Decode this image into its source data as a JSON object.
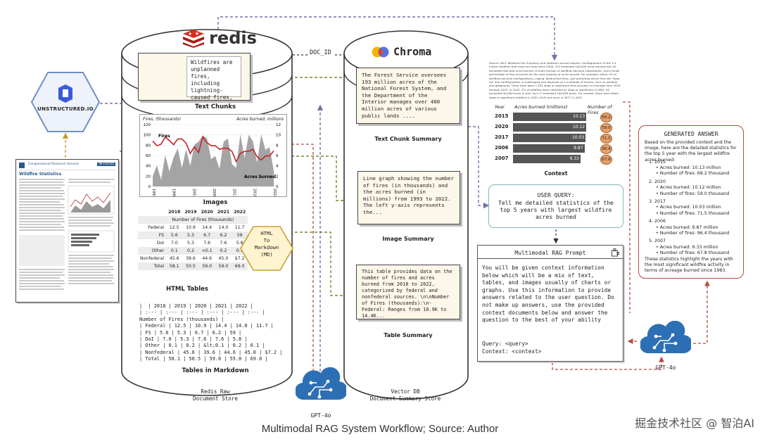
{
  "brands": {
    "redis": "redis",
    "chroma": "Chroma",
    "unstructured": "UNSTRUCTURED.IO"
  },
  "doc_id": "DOC_ID",
  "redis": {
    "text_chunk_note": "Wildfires are unplanned fires, including lightning-caused fires, unauthorized human-caused fires, ....",
    "text_chunks_label": "Text Chunks",
    "images_label": "Images",
    "chart": {
      "left_label": "Fires, (thousands)",
      "right_label": "Acres burned, millions",
      "fires_label": "Fires",
      "acres_label": "Acres burned",
      "y_ticks": [
        "120",
        "100",
        "80",
        "60",
        "40",
        "20",
        "0"
      ],
      "y2_ticks": [
        "12",
        "10",
        "8",
        "6",
        "4",
        "2",
        "0"
      ],
      "x_ticks": [
        "1993",
        "1998",
        "2003",
        "2008",
        "2013",
        "2018",
        "2022"
      ]
    },
    "html_table": {
      "years": [
        "2018",
        "2019",
        "2020",
        "2021",
        "2022"
      ],
      "caption": "Number of Fires (thousands)",
      "rows": [
        [
          "Federal",
          "12.5",
          "10.9",
          "14.4",
          "14.0",
          "11.7"
        ],
        [
          "FS",
          "5.6",
          "5.3",
          "6.7",
          "6.2",
          "59"
        ],
        [
          "DoI",
          "7.0",
          "5.3",
          "7.6",
          "7.6",
          "5.8"
        ],
        [
          "Other",
          "0.1",
          "0.2",
          "<0.1",
          "0.2",
          "0.1"
        ],
        [
          "Nonfederal",
          "45.6",
          "39.6",
          "44.6",
          "45.0",
          "$7.2"
        ],
        [
          "Total",
          "58.1",
          "50.5",
          "59.0",
          "59.0",
          "69.0"
        ]
      ]
    },
    "html_tables_label": "HTML Tables",
    "converter": "HTML\nTo\nMarkdown\n(MD)",
    "markdown_lines": [
      "|  | 2018 | 2019 | 2020 | 2021 | 2022 |",
      "| :--- | :--- | :--- | :--- | :--- | :--- |",
      "Number of Fires (thousands) |",
      "| Federal | 12.5 | 10.9 | 14.4 | 14.0 | 11.7 |",
      "| FS | 5.6 | 5.3 | 6.7 | 6.2 | 59 |",
      "| DoI | 7.0 | 5.3 | 7.6 | 7.6 | 5.8 |",
      "| Other | 0.1 | 0.2 | &lt;0.1 | 0.2 | 0.1 |",
      "| Nonfederal | 45.6 | 39.6 | 44.6 | 45.0 | $7.2 |",
      "| Total | 58.1 | 50.5 | 59.0 | 55.0 | 69.0 |"
    ],
    "tables_md_label": "Tables in Markdown",
    "store_label": "Redis Raw\nDocument Store"
  },
  "chroma": {
    "text_summary_note": "The Forest Service oversees 193 million acres of the National Forest System, and the Department of the Interior manages over 400 million acres of various public lands ....",
    "text_summary_label": "Text Chunk Summary",
    "image_summary_note": "Line graph showing the number of fires (in thousands) and the acres burned (in millions) from 1993 to 2022. The left y-axis represents the...",
    "image_summary_label": "Image Summary",
    "table_summary_note": "This table provides data on the number of fires and acres burned from 2018 to 2022, categorized by federal and nonfederal sources. \\n\\nNumber of Fires (thousands):\\n- Federal: Ranges from 10.9K to 14.4K...",
    "table_summary_label": "Table Summary",
    "store_label": "Vector DB\nDocument Summary Store"
  },
  "gpt_label": "GPT-4o",
  "context": {
    "source_text": "Source: NICC Wildland Fire Summary and Statistics annual reports. Conflagrations Of the 1.9 million wildfires that have occurred since 2000, 254 exceeded 100,000 acres burned and 16 exceeded 500,000 acres burned. A small fraction of wildfires become catastrophic, and a small percentage of fires accounts for the vast majority of acres burned. For example, about 1% of wildfires become conflagrations—raging, destructive fires—but predicting which fires will \"blow up\" into conflagrations is challenging and depends on a multitude of factors, such as weather and geography. There have been 1,041 large or significant fires annually on average from 2018 through 2022. In 2022, 2% of wildfires were classified as large or significant (1,289); 40 exceeded 40,000 acres in size; and 17 exceeded 100,000 acres. For context, there were fewer large or significant wildfires in 2021 (943) but more in 2017 (1,403).",
    "header_year": "Year",
    "header_acres": "Acres burned (millions)",
    "header_fires": "Number of Fires",
    "rows": [
      {
        "year": "2015",
        "acres": 10.13,
        "acres_label": "10.13",
        "fires": "68.2"
      },
      {
        "year": "2020",
        "acres": 10.12,
        "acres_label": "10.12",
        "fires": "59.0"
      },
      {
        "year": "2017",
        "acres": 10.03,
        "acres_label": "10.03",
        "fires": "71.5"
      },
      {
        "year": "2006",
        "acres": 9.87,
        "acres_label": "9.87",
        "fires": "96.4"
      },
      {
        "year": "2007",
        "acres": 9.33,
        "acres_label": "9.33",
        "fires": "67.8"
      }
    ],
    "label": "Context"
  },
  "query": {
    "title": "USER QUERY:",
    "text": "Tell me detailed statistics of the top 5 years with largest wildfire acres burned"
  },
  "prompt": {
    "title": "Multimodal RAG Prompt",
    "body": "You will be given context information below which will be a mix of text, tables, and images usually of charts or graphs. Use this information to provide answers related to the user question. Do not make up answers, use the provided context documents below and answer the question to the best of your ability",
    "query_line": "Query: <query>",
    "context_line": "Context: <context>"
  },
  "answer": {
    "title": "GENERATED ANSWER",
    "intro": "Based on the provided context and the image, here are the detailed statistics for the top 5 year with the largest wildfire acres burned:",
    "items": [
      {
        "n": "1. 2015",
        "acres": "Acres burned: 10.13 million",
        "fires": "Number of fires: 68.2 thousand"
      },
      {
        "n": "2. 2020",
        "acres": "Acres burned: 10.12 million",
        "fires": "Number of fires: 59.0 thousand"
      },
      {
        "n": "3. 2017",
        "acres": "Acres burned: 10.03 million",
        "fires": "Number of fires: 71.5 thousand"
      },
      {
        "n": "4. 2006",
        "acres": "Acres burned: 9.87 million",
        "fires": "Number of fires: 96.4 thousand"
      },
      {
        "n": "5. 2007",
        "acres": "Acres burned: 9.33 million",
        "fires": "Number of fires: 67.8 thousand"
      }
    ],
    "outro": "These statistics highlight the years with the most significant wildfire activity in terms of acreage burned since 1983."
  },
  "document": {
    "header": "Congressional Research Service",
    "tag": "IN FOCUS",
    "title": "Wildfire Statistics"
  },
  "caption": "Multimodal RAG System Workflow; Source: Author",
  "watermark": "掘金技术社区 @ 智泊AI",
  "colors": {
    "redis_red": "#d82c20",
    "chroma_yellow": "#f5b400",
    "chroma_red": "#e3413b",
    "chroma_blue": "#3a5bd9",
    "gpt_blue": "#2d6fb4",
    "hex_blue": "#6f8fc8"
  }
}
